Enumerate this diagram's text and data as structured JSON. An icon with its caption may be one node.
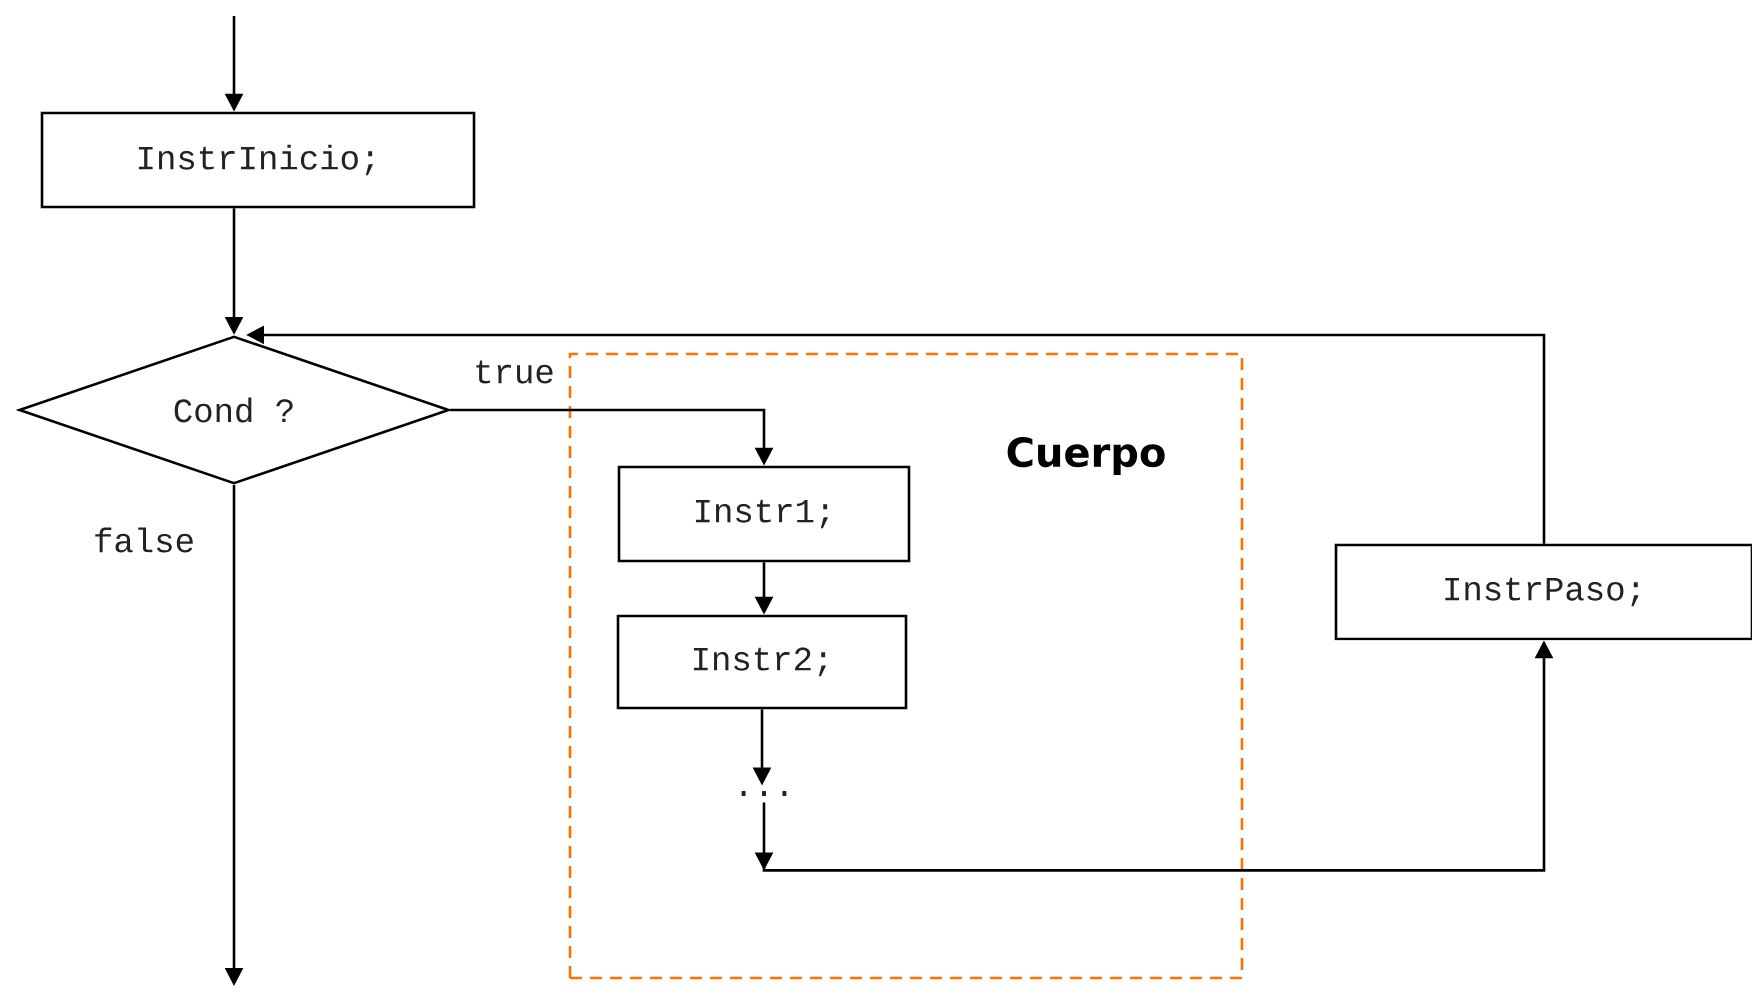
{
  "diagram": {
    "nodes": [
      {
        "text": [
          "InstrInicio;"
        ]
      },
      {
        "text": [
          "Cond ?"
        ]
      },
      {
        "text": [
          "Cuerpo"
        ]
      },
      {
        "text": [
          "Instr1;"
        ],
        "in": 2
      },
      {
        "text": [
          "Instr2;"
        ],
        "in": 2
      },
      {
        "text": [
          "..."
        ],
        "in": 2
      },
      {
        "text": [
          "InstrPaso;"
        ]
      }
    ],
    "edges": [
      {
        "from": null,
        "to": 0,
        "arrow": "to"
      },
      {
        "from": 0,
        "to": 1,
        "arrow": "to"
      },
      {
        "from": 1,
        "to": 3,
        "arrow": "to",
        "label": "true"
      },
      {
        "from": 3,
        "to": 4,
        "arrow": "to"
      },
      {
        "from": 4,
        "to": 5,
        "arrow": "to"
      },
      {
        "from": 5,
        "to": 6,
        "arrow": "to"
      },
      {
        "from": 6,
        "to": 1,
        "arrow": "to"
      },
      {
        "from": 1,
        "to": null,
        "arrow": "to",
        "label": "false"
      }
    ]
  }
}
